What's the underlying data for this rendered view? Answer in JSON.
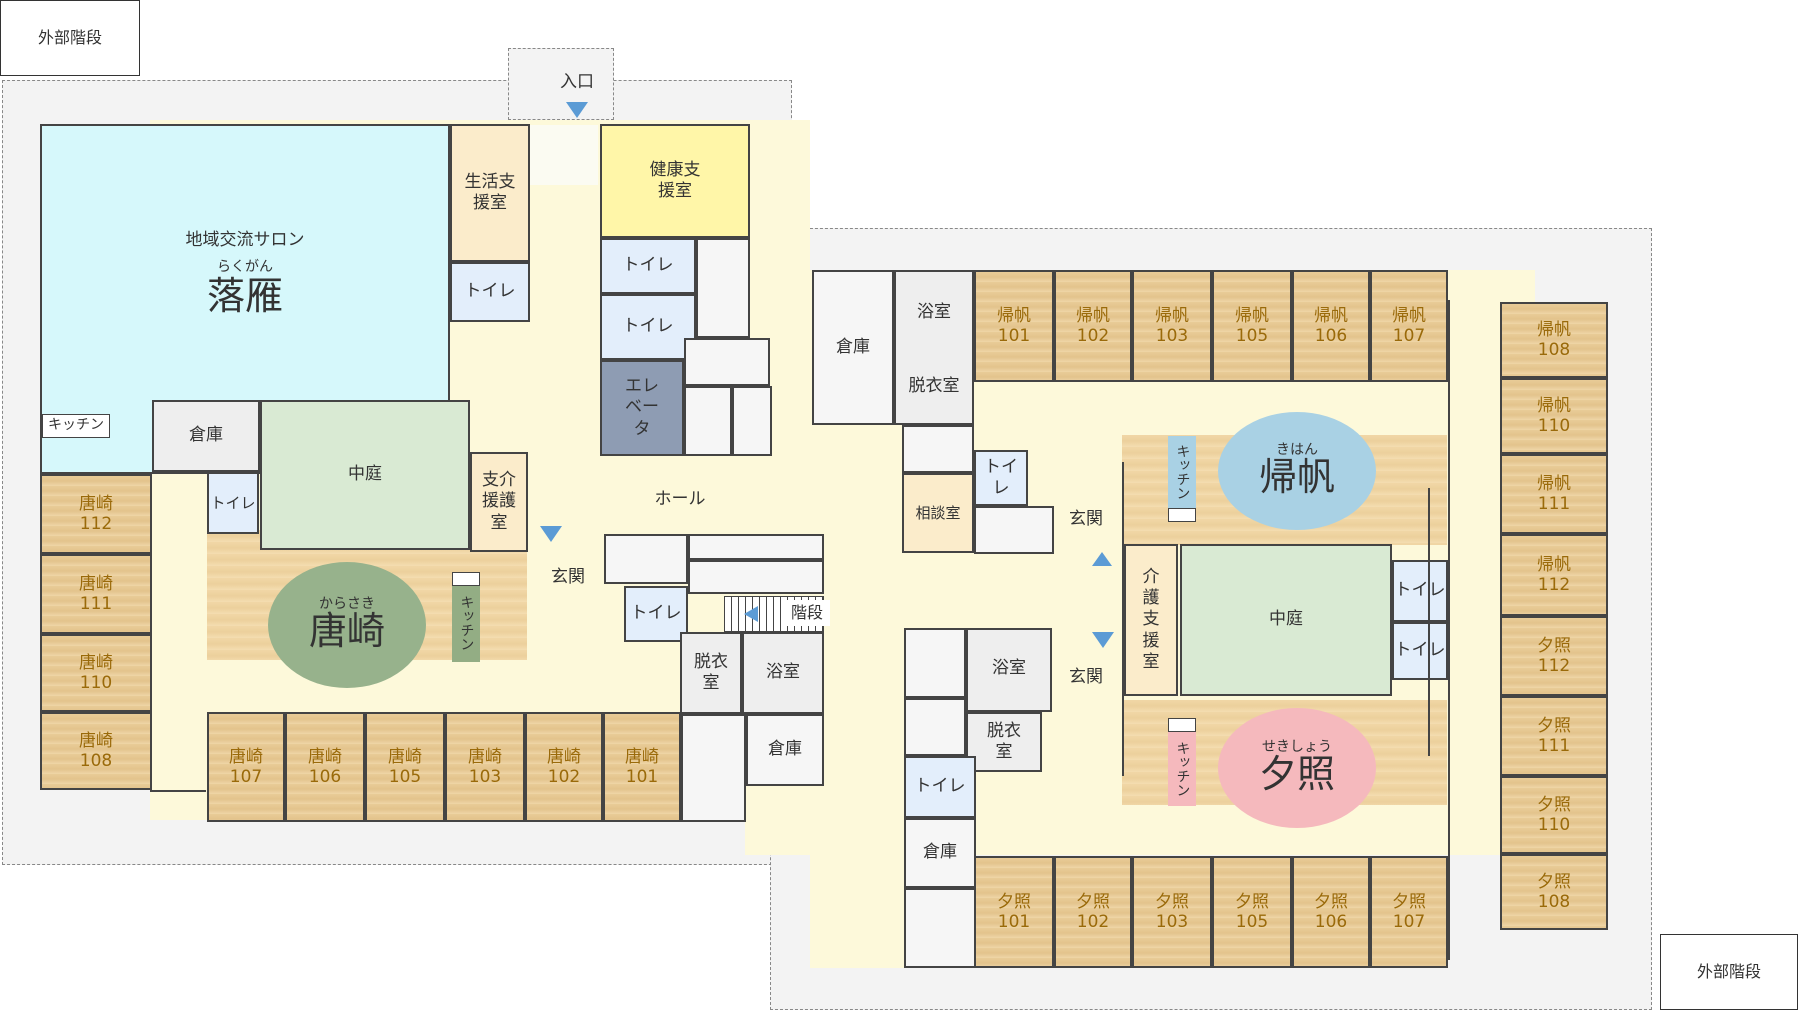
{
  "stairs_external": {
    "top_left": "外部階段",
    "bottom_right": "外部階段"
  },
  "entrance": "入口",
  "salon": {
    "name": "地域交流サロン",
    "ruby": "らくがん",
    "title": "落雁"
  },
  "karasaki": {
    "ruby": "からさき",
    "title": "唐崎",
    "color": "#97b28c",
    "kitchen": "キッチン",
    "court": "中庭",
    "care": "支介援護室",
    "storage": "倉庫",
    "toilet": "トイレ",
    "rooms_bottom": [
      {
        "a": "唐崎",
        "b": "107"
      },
      {
        "a": "唐崎",
        "b": "106"
      },
      {
        "a": "唐崎",
        "b": "105"
      },
      {
        "a": "唐崎",
        "b": "103"
      },
      {
        "a": "唐崎",
        "b": "102"
      },
      {
        "a": "唐崎",
        "b": "101"
      }
    ],
    "rooms_left": [
      {
        "a": "唐崎",
        "b": "112"
      },
      {
        "a": "唐崎",
        "b": "111"
      },
      {
        "a": "唐崎",
        "b": "110"
      },
      {
        "a": "唐崎",
        "b": "108"
      }
    ]
  },
  "center": {
    "life_support": "生活支援室",
    "health_support": "健康支援室",
    "toilet": "トイレ",
    "elevator": "エレベータ",
    "hall": "ホール",
    "genkan": "玄関",
    "stairs": "階段",
    "bath": "浴室",
    "undress": "脱衣室",
    "storage": "倉庫",
    "salon_kitchen": "キッチン",
    "consult": "相談室"
  },
  "kihan": {
    "ruby": "きはん",
    "title": "帰帆",
    "color": "#a9d1e4",
    "kitchen": "キッチン",
    "rooms_top": [
      {
        "a": "帰帆",
        "b": "101"
      },
      {
        "a": "帰帆",
        "b": "102"
      },
      {
        "a": "帰帆",
        "b": "103"
      },
      {
        "a": "帰帆",
        "b": "105"
      },
      {
        "a": "帰帆",
        "b": "106"
      },
      {
        "a": "帰帆",
        "b": "107"
      }
    ],
    "rooms_right": [
      {
        "a": "帰帆",
        "b": "108"
      },
      {
        "a": "帰帆",
        "b": "110"
      },
      {
        "a": "帰帆",
        "b": "111"
      },
      {
        "a": "帰帆",
        "b": "112"
      }
    ]
  },
  "yuteru": {
    "ruby": "せきしょう",
    "title": "夕照",
    "color": "#f5b9bd",
    "kitchen": "キッチン",
    "court": "中庭",
    "care": "介護支援室",
    "rooms_bottom": [
      {
        "a": "夕照",
        "b": "101"
      },
      {
        "a": "夕照",
        "b": "102"
      },
      {
        "a": "夕照",
        "b": "103"
      },
      {
        "a": "夕照",
        "b": "105"
      },
      {
        "a": "夕照",
        "b": "106"
      },
      {
        "a": "夕照",
        "b": "107"
      }
    ],
    "rooms_right": [
      {
        "a": "夕照",
        "b": "112"
      },
      {
        "a": "夕照",
        "b": "111"
      },
      {
        "a": "夕照",
        "b": "110"
      },
      {
        "a": "夕照",
        "b": "108"
      }
    ]
  },
  "colors": {
    "hall": "#fdf9da",
    "toilet": "#e3eefb",
    "salon": "#d6f8fb",
    "health": "#fff6a8",
    "elevator": "#8e9cb3",
    "arrow": "#5b9bd5"
  }
}
